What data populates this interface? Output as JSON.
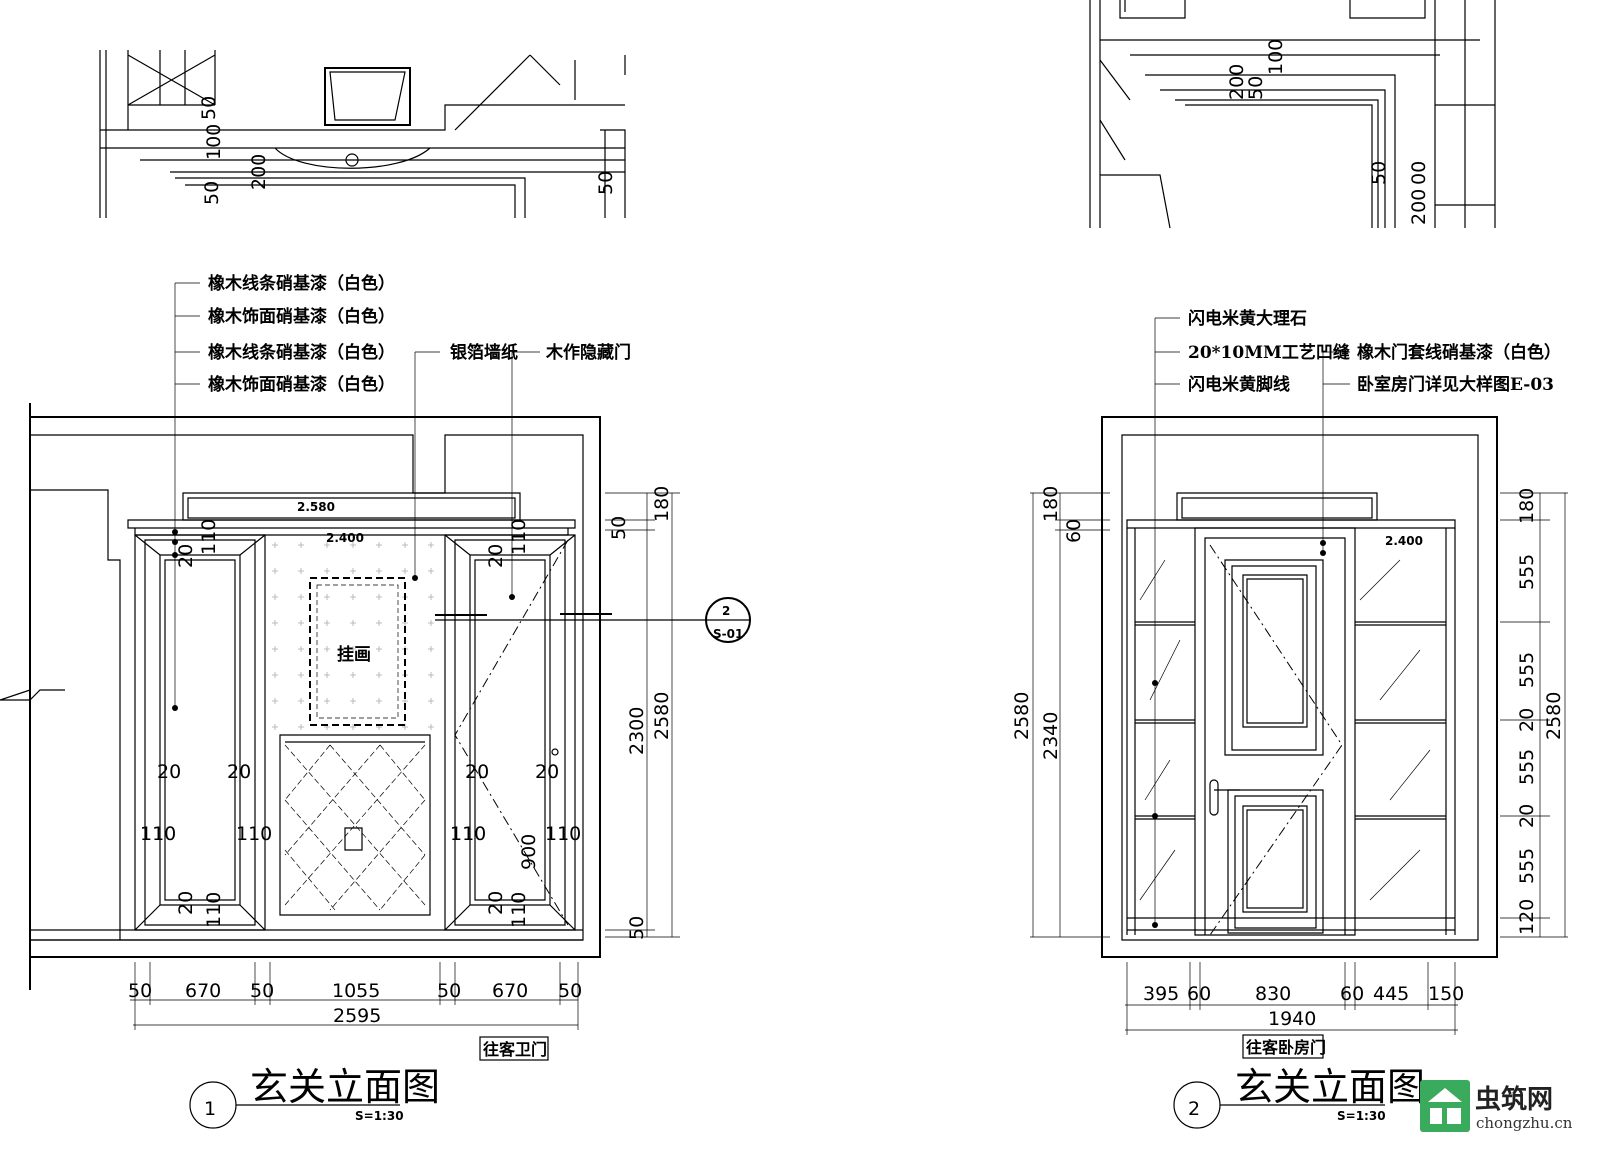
{
  "elevation_1": {
    "labels": [
      "橡木线条硝基漆（白色）",
      "橡木饰面硝基漆（白色）",
      "橡木线条硝基漆（白色）",
      "橡木饰面硝基漆（白色）"
    ],
    "label_wallpaper": "银箔墙纸",
    "label_hidden_door": "木作隐藏门",
    "painting": "挂画",
    "level_top": "2.580",
    "level_ceiling": "2.400",
    "bottom_dims": [
      "50",
      "670",
      "50",
      "1055",
      "50",
      "670",
      "50"
    ],
    "total_width": "2595",
    "right_dims": {
      "top": "180",
      "top2": "50",
      "height": "2300",
      "total": "2580",
      "bottom": "50"
    },
    "panel_dims": {
      "d20": "20",
      "d110": "110",
      "d900": "900"
    },
    "section_marker": {
      "number": "2",
      "sheet": "S-01"
    },
    "tag": "往客卫门",
    "title": "玄关立面图",
    "index": "1",
    "scale": "S=1:30",
    "plan_dims": [
      "50",
      "100",
      "200",
      "50",
      "50"
    ]
  },
  "elevation_2": {
    "labels_left": [
      "闪电米黄大理石",
      "20*10MM工艺凹缝",
      "闪电米黄脚线"
    ],
    "labels_right": [
      "橡木门套线硝基漆（白色）",
      "卧室房门详见大样图E-03"
    ],
    "level_ceiling": "2.400",
    "left_dims": {
      "total": "2580",
      "door": "2340",
      "top": "180",
      "top2": "60"
    },
    "right_dims": [
      "180",
      "555",
      "555",
      "20",
      "555",
      "20",
      "555",
      "120"
    ],
    "right_total": "2580",
    "bottom_dims": [
      "395",
      "60",
      "830",
      "60",
      "445",
      "150"
    ],
    "total_width": "1940",
    "tag": "往客卧房门",
    "title": "玄关立面图",
    "index": "2",
    "scale": "S=1:30",
    "plan_dims": [
      "200",
      "100",
      "50",
      "50",
      "00",
      "200"
    ]
  },
  "watermark": {
    "name": "虫筑网",
    "url": "chongzhu.cn",
    "brand_color": "#3aaa5c"
  }
}
